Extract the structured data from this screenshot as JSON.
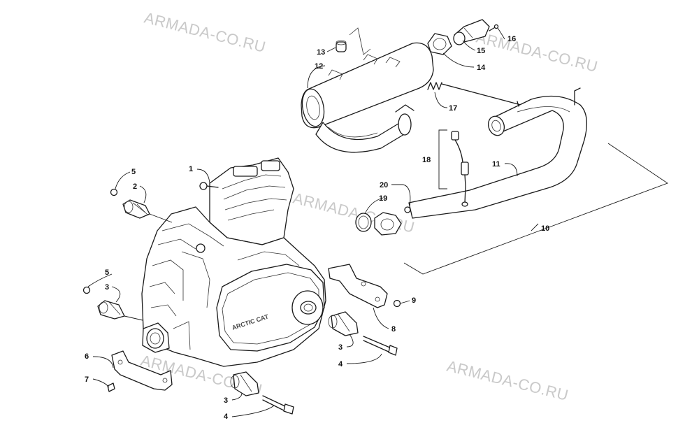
{
  "watermarks": [
    "ARMADA-CO.RU",
    "ARMADA-CO.RU",
    "ARMADA-CO.RU",
    "ARMADA-CO.RU",
    "ARMADA-CO.RU"
  ],
  "engine_cover_text": "ARCTIC CAT",
  "callouts": {
    "c1": "1",
    "c2": "2",
    "c3a": "3",
    "c3b": "3",
    "c3c": "3",
    "c4a": "4",
    "c4b": "4",
    "c5a": "5",
    "c5b": "5",
    "c6": "6",
    "c7": "7",
    "c8": "8",
    "c9": "9",
    "c10": "10",
    "c11": "11",
    "c12": "12",
    "c13": "13",
    "c14": "14",
    "c15": "15",
    "c16": "16",
    "c17": "17",
    "c18": "18",
    "c19": "19",
    "c20": "20"
  }
}
